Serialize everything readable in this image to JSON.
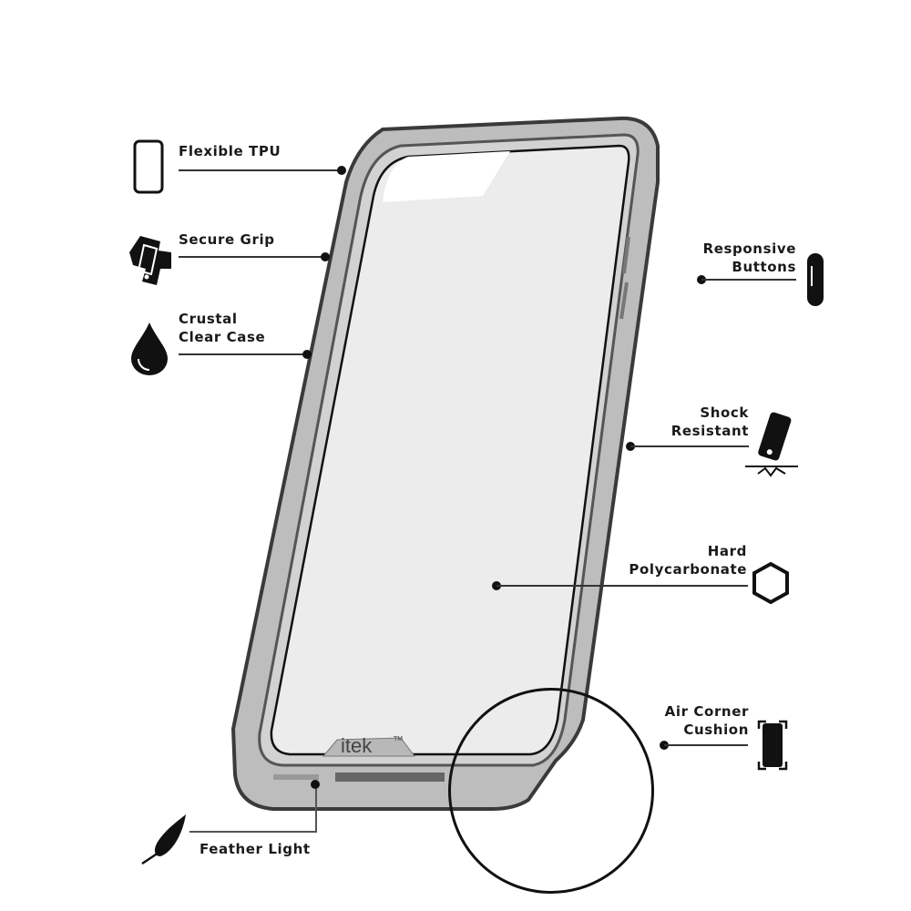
{
  "product": {
    "brand": "itek",
    "trademark": "TM"
  },
  "features": {
    "flexible_tpu": {
      "label": "Flexible TPU",
      "icon": "phone-outline-icon"
    },
    "secure_grip": {
      "label": "Secure Grip",
      "icon": "hand-holding-phone-icon"
    },
    "crystal_clear": {
      "line1": "Crustal",
      "line2": "Clear Case",
      "icon": "water-drop-icon"
    },
    "responsive_buttons": {
      "line1": "Responsive",
      "line2": "Buttons",
      "icon": "side-button-icon"
    },
    "shock_resistant": {
      "line1": "Shock",
      "line2": "Resistant",
      "icon": "falling-phone-impact-icon"
    },
    "hard_polycarbonate": {
      "line1": "Hard",
      "line2": "Polycarbonate",
      "icon": "hexagon-icon"
    },
    "air_corner_cushion": {
      "line1": "Air Corner",
      "line2": "Cushion",
      "icon": "phone-corners-icon"
    },
    "feather_light": {
      "label": "Feather Light",
      "icon": "feather-icon"
    }
  },
  "colors": {
    "background": "#ffffff",
    "text": "#1a1a1a",
    "case_frame": "#5a5a5a",
    "case_back": "#ececec"
  }
}
